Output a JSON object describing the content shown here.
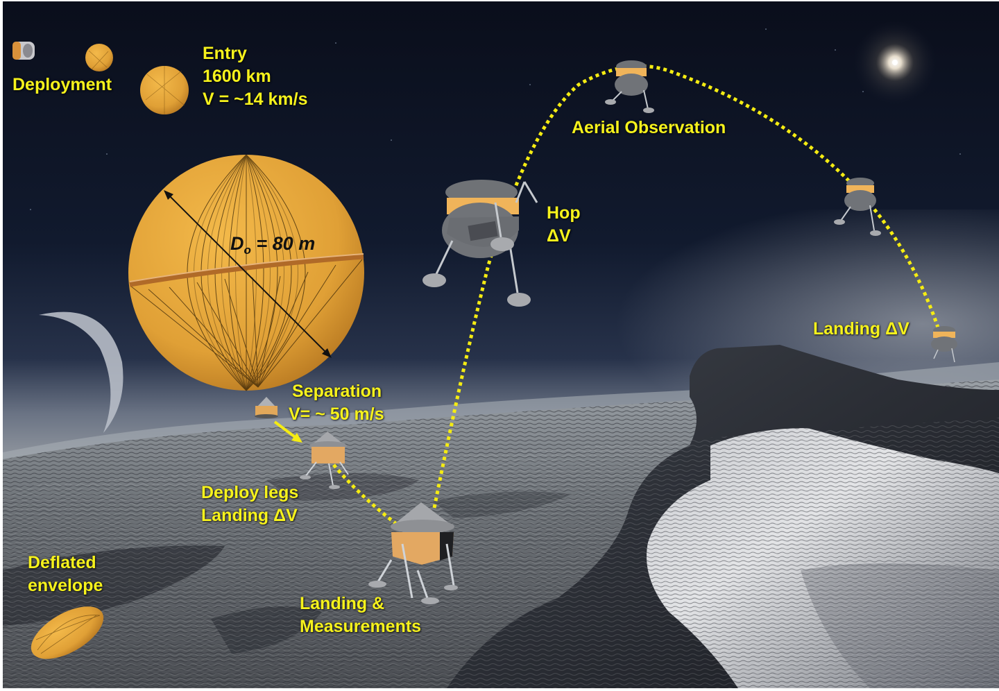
{
  "figure": {
    "type": "mission-concept-illustration",
    "colors": {
      "label_yellow": "#f6f21c",
      "balloon_orange": "#e8a93a",
      "sky_dark": "#0b0f1c",
      "trajectory": "#f5ec12"
    }
  },
  "labels": {
    "deployment": "Deployment",
    "entry": {
      "line1": "Entry",
      "line2": "1600 km",
      "line3": "V = ~14 km/s"
    },
    "balloon_diameter": {
      "symbol": "D",
      "subscript": "o",
      "value": " = 80 m"
    },
    "separation": {
      "line1": "Separation",
      "line2": "V= ~ 50 m/s"
    },
    "deploy_legs": {
      "line1": "Deploy legs",
      "line2": "Landing ΔV"
    },
    "deflated_envelope": {
      "line1": "Deflated",
      "line2": "envelope"
    },
    "landing_measurements": {
      "line1": "Landing &",
      "line2": "Measurements"
    },
    "hop": {
      "line1": "Hop",
      "line2": "ΔV"
    },
    "aerial_observation": "Aerial Observation",
    "landing_dv": "Landing ΔV"
  },
  "stages": [
    "Deployment",
    "Entry",
    "Balloon inflated (D = 80 m)",
    "Separation",
    "Deploy legs / Landing ΔV",
    "Landing & Measurements",
    "Hop ΔV",
    "Aerial Observation",
    "Landing ΔV"
  ],
  "icons": [
    "entry-capsule-icon",
    "small-balloon-icon",
    "medium-balloon-icon",
    "large-balloon-icon",
    "lander-icon",
    "hopper-icon",
    "moon-crescent-icon",
    "sun-icon",
    "deflated-envelope-icon",
    "arrow-icon",
    "dotted-trajectory"
  ]
}
